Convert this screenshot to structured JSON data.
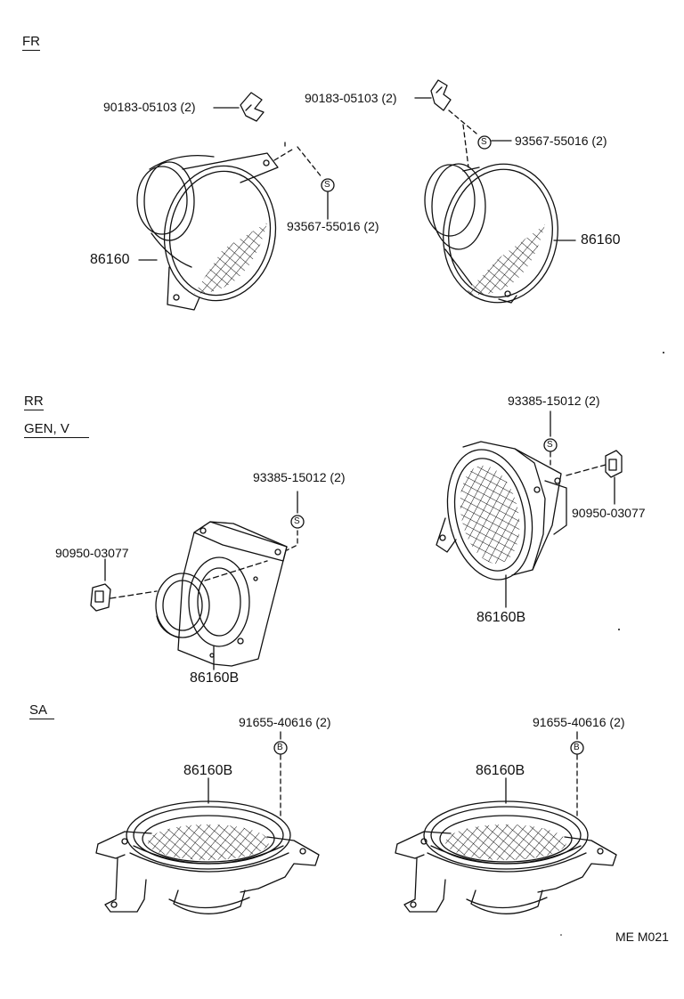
{
  "sections": {
    "fr": "FR",
    "rr": "RR",
    "gen_v": "GEN, V",
    "sa": "SA"
  },
  "fr_left": {
    "clip_part": "90183-05103 (2)",
    "screw_part": "93567-55016 (2)",
    "speaker_part": "86160",
    "screw_mark": "S"
  },
  "fr_right": {
    "clip_part": "90183-05103 (2)",
    "screw_part": "93567-55016 (2)",
    "speaker_part": "86160",
    "screw_mark": "S"
  },
  "rr_left": {
    "screw_part": "93385-15012 (2)",
    "nut_part": "90950-03077",
    "speaker_part": "86160B",
    "screw_mark": "S"
  },
  "rr_right": {
    "screw_part": "93385-15012 (2)",
    "nut_part": "90950-03077",
    "speaker_part": "86160B",
    "screw_mark": "S"
  },
  "sa_left": {
    "bolt_part": "91655-40616 (2)",
    "speaker_part": "86160B",
    "bolt_mark": "B"
  },
  "sa_right": {
    "bolt_part": "91655-40616 (2)",
    "speaker_part": "86160B",
    "bolt_mark": "B"
  },
  "figure_code": "ME M021"
}
